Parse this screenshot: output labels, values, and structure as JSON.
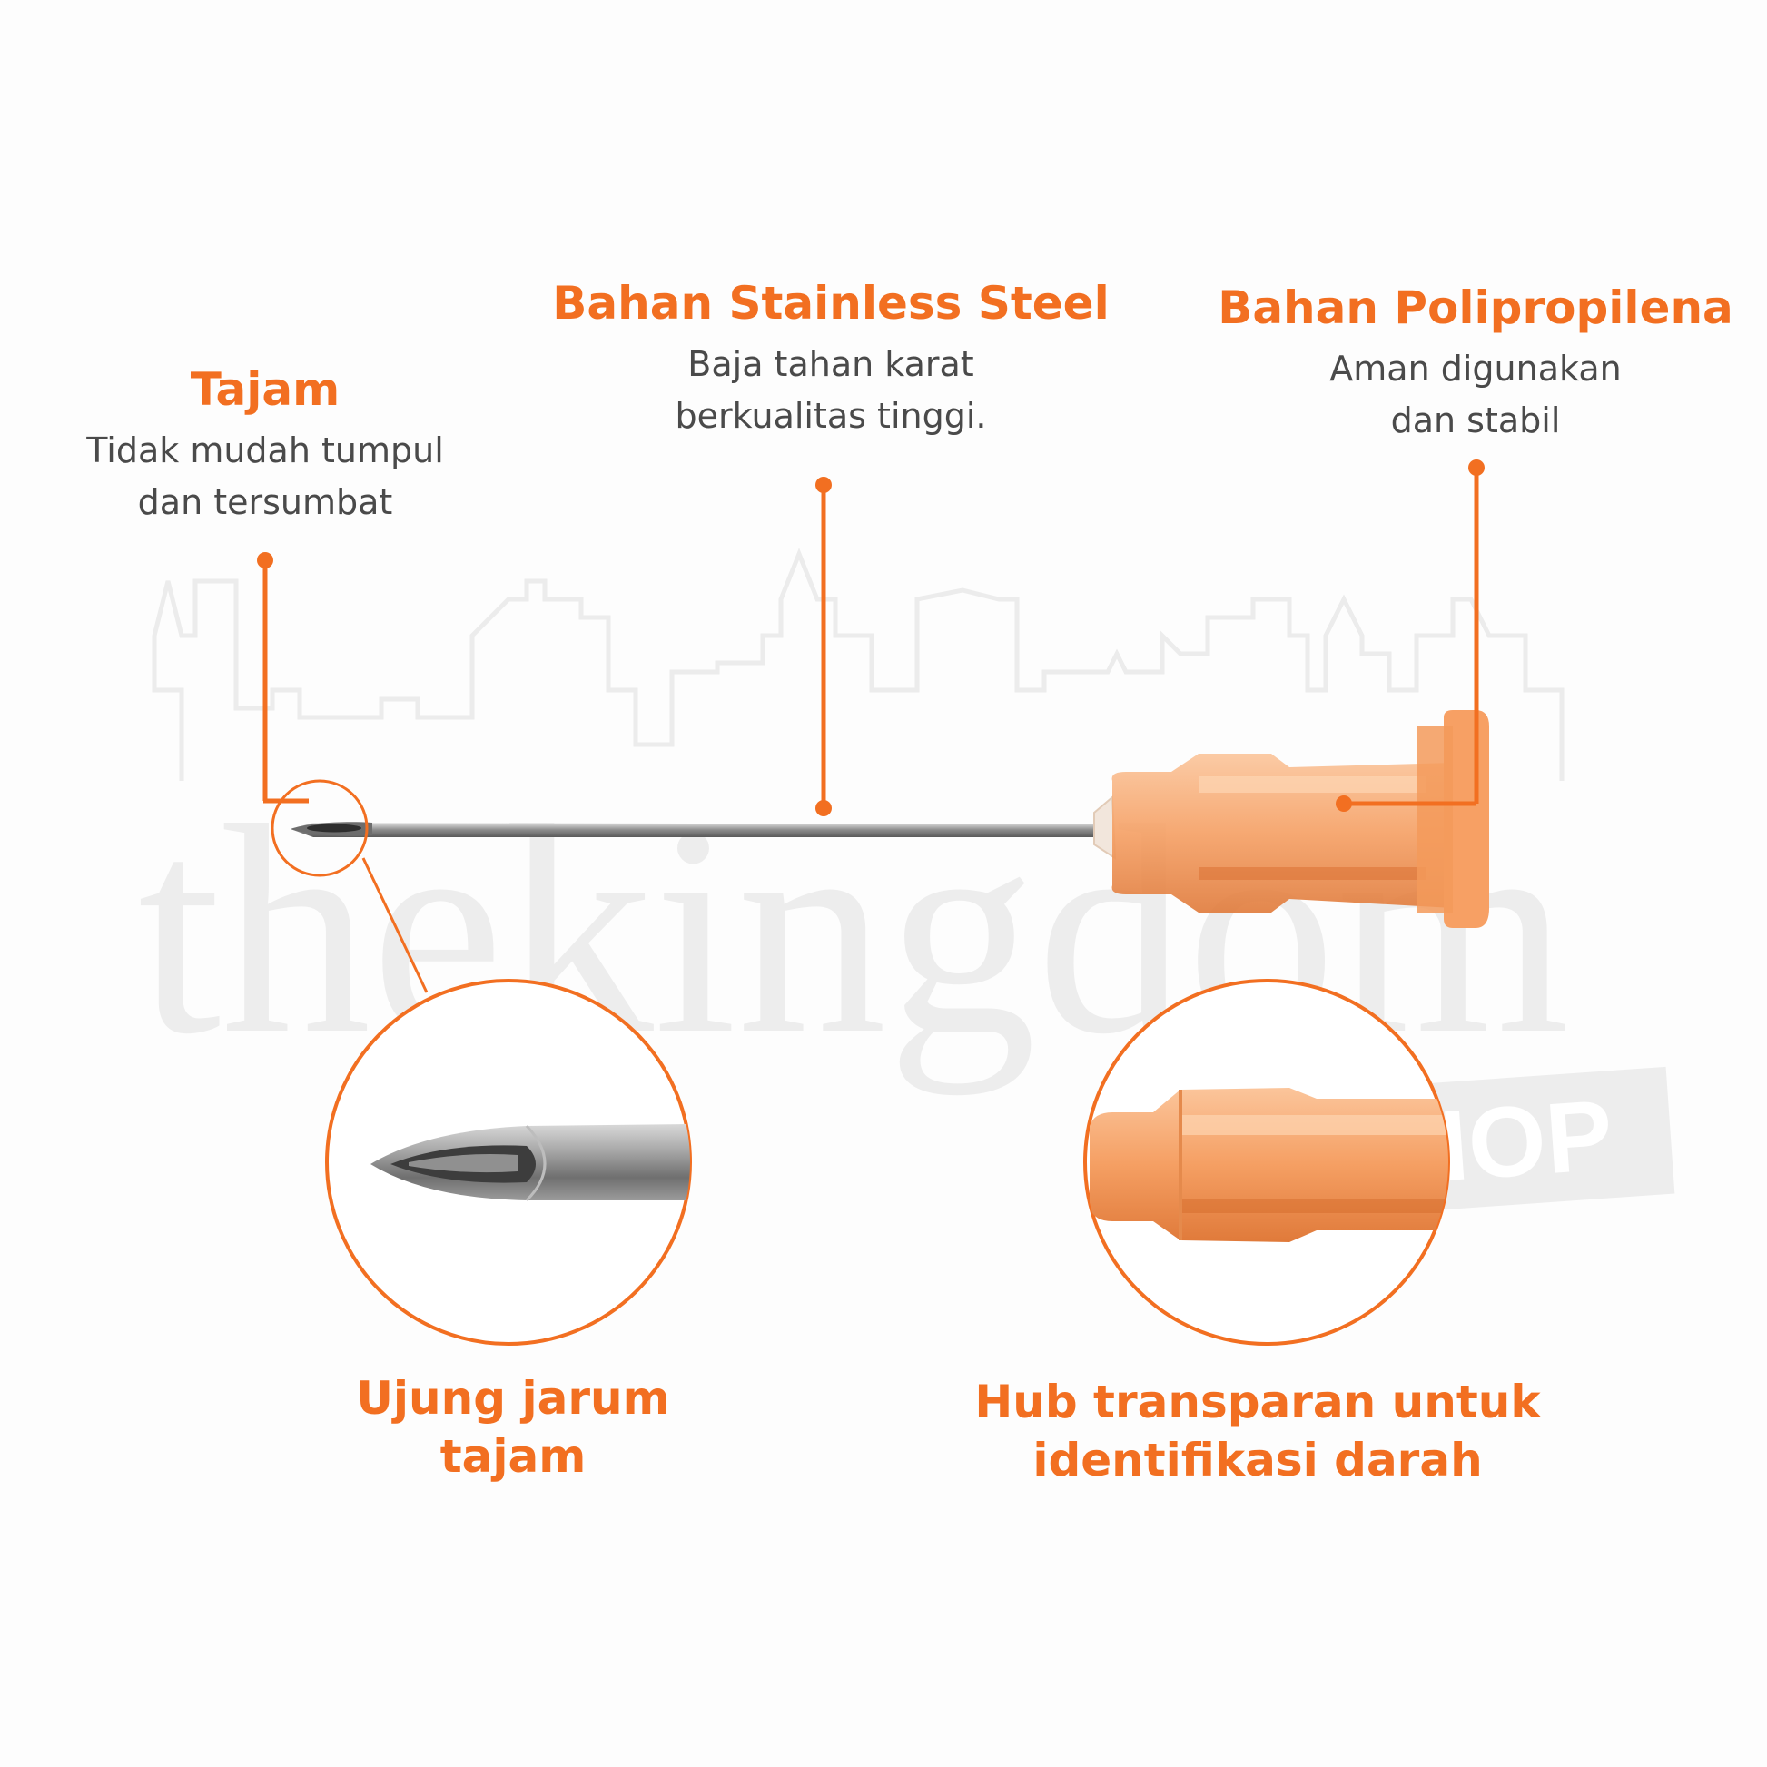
{
  "features": {
    "sharp": {
      "title": "Tajam",
      "desc_line1": "Tidak mudah tumpul",
      "desc_line2": "dan tersumbat"
    },
    "steel": {
      "title": "Bahan Stainless Steel",
      "desc_line1": "Baja tahan karat",
      "desc_line2": "berkualitas tinggi."
    },
    "polypropylene": {
      "title": "Bahan Polipropilena",
      "desc_line1": "Aman digunakan",
      "desc_line2": "dan stabil"
    }
  },
  "captions": {
    "tip_line1": "Ujung jarum",
    "tip_line2": "tajam",
    "hub_line1": "Hub transparan untuk",
    "hub_line2": "identifikasi darah"
  },
  "watermark": {
    "brand": "thekingdom",
    "sub": "SHOP"
  },
  "colors": {
    "accent": "#f26f21",
    "hub_orange": "#f7a26b",
    "needle_steel": "#9a9a9a",
    "text_gray": "#4a4a4a"
  }
}
